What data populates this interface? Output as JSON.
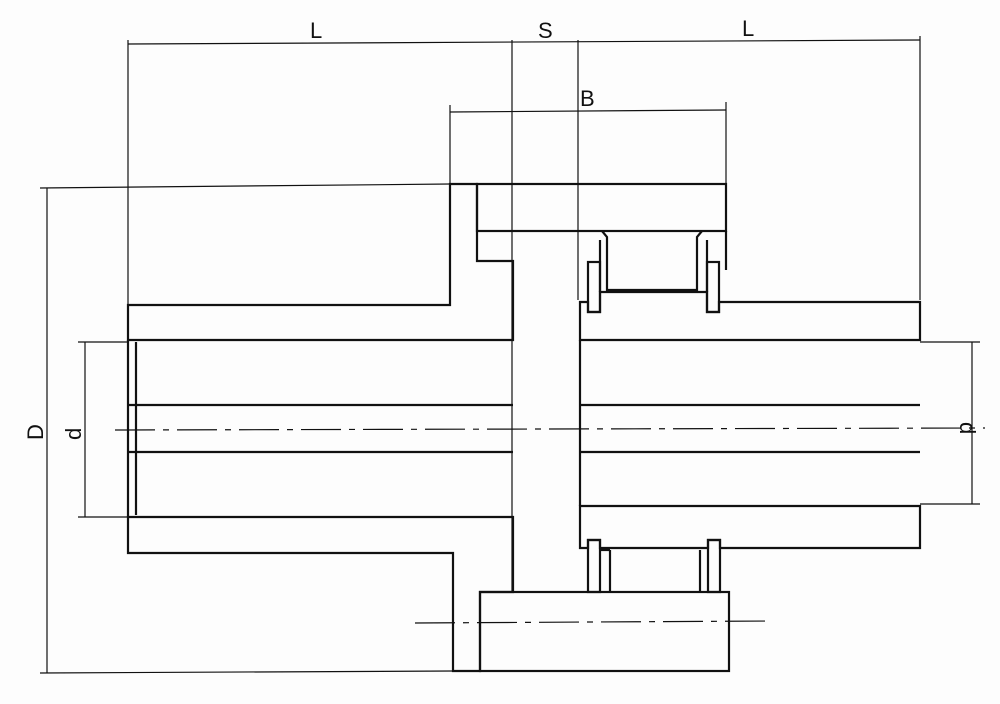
{
  "drawing": {
    "title": "",
    "dimensions": {
      "hub_length_left": "L",
      "gap": "S",
      "hub_length_right": "L",
      "rim_width": "B",
      "outer_diameter": "D",
      "bore_left": "d",
      "bore_right": "d"
    },
    "colors": {
      "ink": "#111111",
      "paper": "#fdfdfd"
    }
  }
}
